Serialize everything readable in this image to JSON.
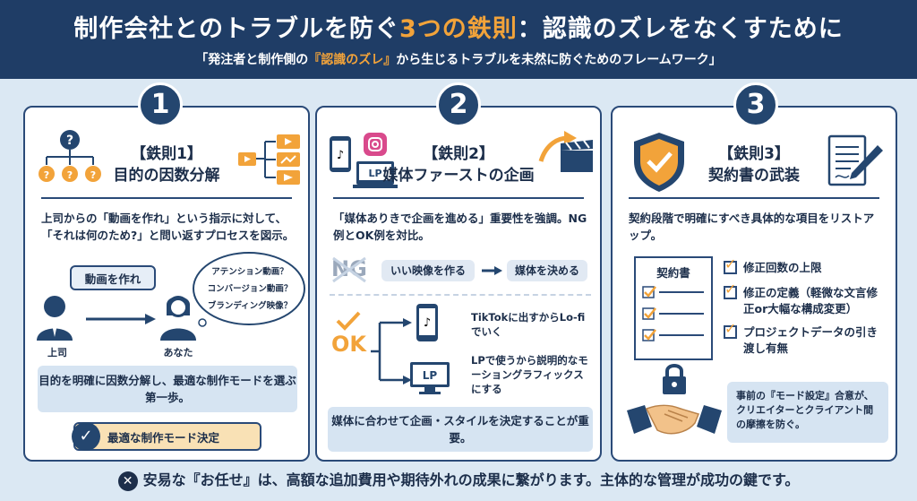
{
  "header": {
    "title_pre": "制作会社とのトラブルを防ぐ",
    "title_accent": "3つの鉄則",
    "title_post": "：認識のズレをなくすために",
    "subtitle_pre": "「発注者と制作側の",
    "subtitle_accent": "『認識のズレ』",
    "subtitle_post": "から生じるトラブルを未然に防ぐためのフレームワーク」"
  },
  "rule1": {
    "number": "1",
    "label": "【鉄則1】",
    "title": "目的の因数分解",
    "desc": "上司からの「動画を作れ」という指示に対して、「それは何のため?」と問い返すプロセスを図示。",
    "bubble_order": "動画を作れ",
    "thought_1": "アテンション動画？",
    "thought_2": "コンバージョン動画？",
    "thought_3": "ブランディング映像？",
    "boss_label": "上司",
    "you_label": "あなた",
    "summary": "目的を明確に因数分解し、最適な制作モードを選ぶ第一歩。",
    "result": "最適な制作モード決定"
  },
  "rule2": {
    "number": "2",
    "label": "【鉄則2】",
    "title": "媒体ファーストの企画",
    "desc": "「媒体ありきで企画を進める」重要性を強調。NG例とOK例を対比。",
    "ng_label": "NG",
    "ng_step1": "いい映像を作る",
    "ng_step2": "媒体を決める",
    "ok_label": "OK",
    "lp_label": "LP",
    "ok_tiktok": "TikTokに出すからLo-fiでいく",
    "ok_lp": "LPで使うから説明的なモーショングラフィックスにする",
    "summary": "媒体に合わせて企画・スタイルを決定することが重要。"
  },
  "rule3": {
    "number": "3",
    "label": "【鉄則3】",
    "title": "契約書の武装",
    "desc": "契約段階で明確にすべき具体的な項目をリストアップ。",
    "doc_title": "契約書",
    "items": [
      "修正回数の上限",
      "修正の定義（軽微な文言修正or大幅な構成変更）",
      "プロジェクトデータの引き渡し有無"
    ],
    "note": "事前の『モード設定』合意が、クリエイターとクライアント間の摩擦を防ぐ。"
  },
  "footer": {
    "icon": "x-icon",
    "text": "安易な『お任せ』は、高額な追加費用や期待外れの成果に繋がります。主体的な管理が成功の鍵です。"
  },
  "colors": {
    "navy": "#1f3d66",
    "accent": "#f2a33a",
    "background": "#dbe8f3"
  }
}
